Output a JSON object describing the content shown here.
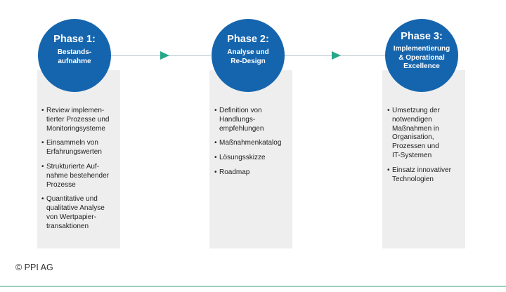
{
  "phases": [
    {
      "title": "Phase 1:",
      "subtitle": [
        "Bestands-",
        "aufnahme"
      ],
      "items": [
        [
          "Review implemen-",
          "tierter Prozesse und",
          "Monitoringsysteme"
        ],
        [
          "Einsammeln von",
          "Erfahrungswerten"
        ],
        [
          "Strukturierte Auf-",
          "nahme bestehender",
          "Prozesse"
        ],
        [
          "Quantitative und",
          "qualitative Analyse",
          "von Wertpapier-",
          "transaktionen"
        ]
      ]
    },
    {
      "title": "Phase 2:",
      "subtitle": [
        "Analyse und",
        "Re-Design"
      ],
      "items": [
        [
          "Definition von",
          "Handlungs-",
          "empfehlungen"
        ],
        [
          "Maßnahmenkatalog"
        ],
        [
          "Lösungsskizze"
        ],
        [
          "Roadmap"
        ]
      ]
    },
    {
      "title": "Phase 3:",
      "subtitle": [
        "Implementierung",
        "& Operational",
        "Excellence"
      ],
      "items": [
        [
          "Umsetzung der",
          "notwendigen",
          "Maßnahmen in",
          "Organisation,",
          "Prozessen und",
          "IT-Systemen"
        ],
        [
          "Einsatz innovativer",
          "Technologien"
        ]
      ]
    }
  ],
  "bullet": "•",
  "copyright": "© PPI AG",
  "colors": {
    "circle": "#1565ae",
    "arrow": "#25a889",
    "panel": "#eeeeee",
    "connector": "#b5c7ce"
  }
}
